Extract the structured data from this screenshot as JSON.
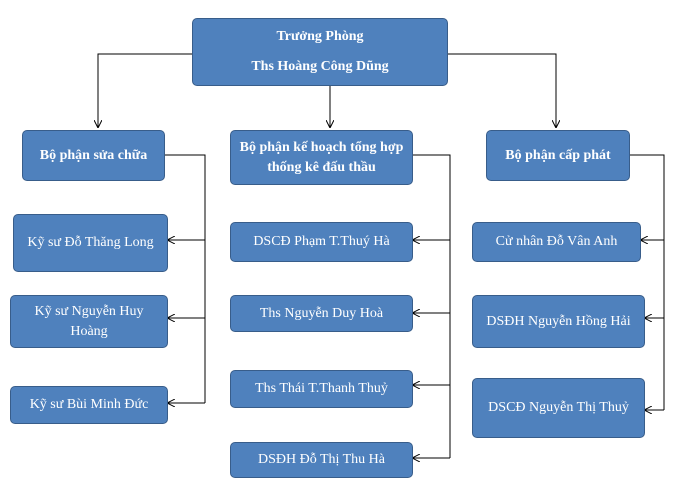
{
  "root": {
    "title": "Trưởng Phòng",
    "name": "Ths Hoàng Công Dũng"
  },
  "departments": [
    {
      "name": "Bộ phận sửa chữa",
      "staff": [
        "Kỹ sư Đỗ Thăng Long",
        "Kỹ sư Nguyễn Huy Hoàng",
        "Kỹ sư Bùi Minh Đức"
      ]
    },
    {
      "name": "Bộ phận kế hoạch tổng hợp thống kê đấu thầu",
      "staff": [
        "DSCĐ Phạm T.Thuý Hà",
        "Ths Nguyễn Duy Hoà",
        "Ths Thái T.Thanh Thuỷ",
        "DSĐH Đỗ Thị Thu Hà"
      ]
    },
    {
      "name": "Bộ phận cấp phát",
      "staff": [
        "Cử nhân Đỗ Vân Anh",
        "DSĐH Nguyễn Hồng Hải",
        "DSCĐ Nguyễn Thị Thuỷ"
      ]
    }
  ],
  "colors": {
    "box_fill": "#4f81bd",
    "box_border": "#385d8a",
    "text": "#ffffff",
    "connector": "#000000"
  }
}
